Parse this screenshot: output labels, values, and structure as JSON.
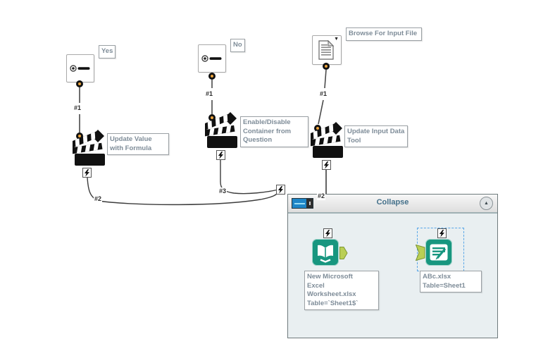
{
  "workflow": {
    "tools": {
      "radio_yes_label": "Yes",
      "radio_no_label": "No",
      "file_browse_label": "Browse For Input File",
      "action_update_value_label": "Update Value with Formula",
      "action_enable_disable_label": "Enable/Disable Container from Question",
      "action_update_input_label": "Update Input Data Tool"
    },
    "connections": {
      "radio_yes_out": "#1",
      "radio_no_out": "#1",
      "file_browse_out": "#1",
      "action_update_value_out": "#2",
      "action_enable_disable_out": "#3",
      "action_update_input_out": "#2"
    },
    "container": {
      "title": "Collapse"
    },
    "annotations": {
      "input_data": [
        "New Microsoft",
        "Excel",
        "Worksheet.xlsx",
        "Table=`Sheet1$`"
      ],
      "output_data": [
        "ABc.xlsx",
        "Table=Sheet1"
      ]
    },
    "icons": {
      "dropdown_arrow": "▼",
      "collapse_chevron": "▲"
    },
    "colors": {
      "tool_teal": "#17967F",
      "anchor_green": "#BACF55",
      "connection_blue": "#3D3DF0",
      "selection_blue": "#58A6E8",
      "annotation_text": "#7E8C98",
      "container_title": "#44708A"
    }
  }
}
